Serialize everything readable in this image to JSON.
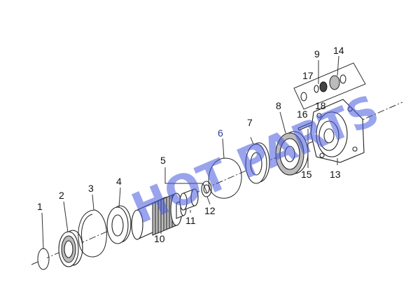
{
  "watermark": "HOT PARTS",
  "colors": {
    "watermark": "#465adc",
    "line": "#222222",
    "label_blue": "#2b3b9a"
  },
  "callouts": [
    {
      "id": "1",
      "text": "1"
    },
    {
      "id": "2",
      "text": "2"
    },
    {
      "id": "3",
      "text": "3"
    },
    {
      "id": "4",
      "text": "4"
    },
    {
      "id": "5",
      "text": "5"
    },
    {
      "id": "6",
      "text": "6"
    },
    {
      "id": "7",
      "text": "7"
    },
    {
      "id": "8",
      "text": "8"
    },
    {
      "id": "9",
      "text": "9"
    },
    {
      "id": "10",
      "text": "10"
    },
    {
      "id": "11",
      "text": "11"
    },
    {
      "id": "12",
      "text": "12"
    },
    {
      "id": "13",
      "text": "13"
    },
    {
      "id": "14",
      "text": "14"
    },
    {
      "id": "15",
      "text": "15"
    },
    {
      "id": "16",
      "text": "16"
    },
    {
      "id": "17",
      "text": "17"
    },
    {
      "id": "18",
      "text": "18"
    }
  ]
}
